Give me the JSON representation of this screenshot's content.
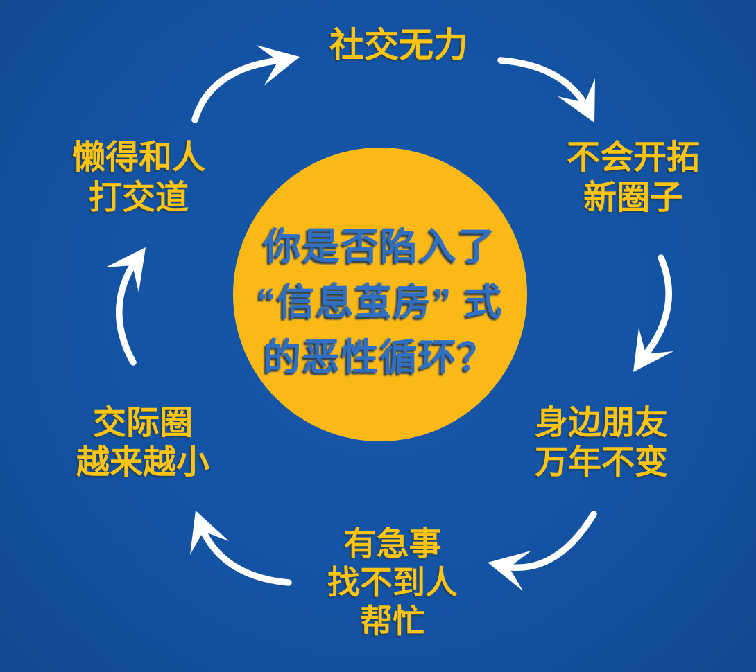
{
  "colors": {
    "background": "#1453a3",
    "circle_fill": "#fbb917",
    "circle_text": "#2f70c4",
    "node_text": "#fdc414",
    "arrow": "#ffffff"
  },
  "center": {
    "line1": "你是否陷入了",
    "line2": "“信息茧房” 式",
    "line3": "的恶性循环？"
  },
  "cycle": [
    {
      "position": "top",
      "line1": "社交无力"
    },
    {
      "position": "top-right",
      "line1": "不会开拓",
      "line2": "新圈子"
    },
    {
      "position": "bottom-right",
      "line1": "身边朋友",
      "line2": "万年不变"
    },
    {
      "position": "bottom",
      "line1": "有急事",
      "line2": "找不到人",
      "line3": "帮忙"
    },
    {
      "position": "bottom-left",
      "line1": "交际圈",
      "line2": "越来越小"
    },
    {
      "position": "top-left",
      "line1": "懒得和人",
      "line2": "打交道"
    }
  ]
}
